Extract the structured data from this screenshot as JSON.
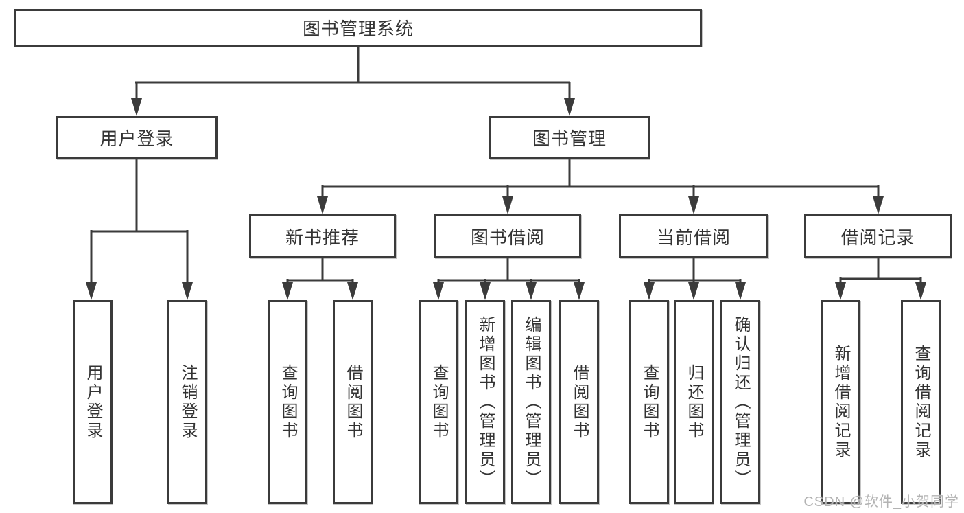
{
  "tree": {
    "root": {
      "label": "图书管理系统"
    },
    "branches": [
      {
        "label": "用户登录",
        "children": [
          {
            "label": "用户登录"
          },
          {
            "label": "注销登录"
          }
        ]
      },
      {
        "label": "图书管理",
        "children": [
          {
            "label": "新书推荐",
            "children": [
              {
                "label": "查询图书"
              },
              {
                "label": "借阅图书"
              }
            ]
          },
          {
            "label": "图书借阅",
            "children": [
              {
                "label": "查询图书"
              },
              {
                "label": "新增图书（管理员）"
              },
              {
                "label": "编辑图书（管理员）"
              },
              {
                "label": "借阅图书"
              }
            ]
          },
          {
            "label": "当前借阅",
            "children": [
              {
                "label": "查询图书"
              },
              {
                "label": "归还图书"
              },
              {
                "label": "确认归还（管理员）"
              }
            ]
          },
          {
            "label": "借阅记录",
            "children": [
              {
                "label": "新增借阅记录"
              },
              {
                "label": "查询借阅记录"
              }
            ]
          }
        ]
      }
    ]
  },
  "watermark": {
    "text": "CSDN @软件_小贺同学"
  },
  "colors": {
    "line": "#3b3b3b",
    "text": "#333333",
    "box_background": "#ffffff",
    "page_background": "#ffffff",
    "watermark": "#b3b3b3"
  }
}
